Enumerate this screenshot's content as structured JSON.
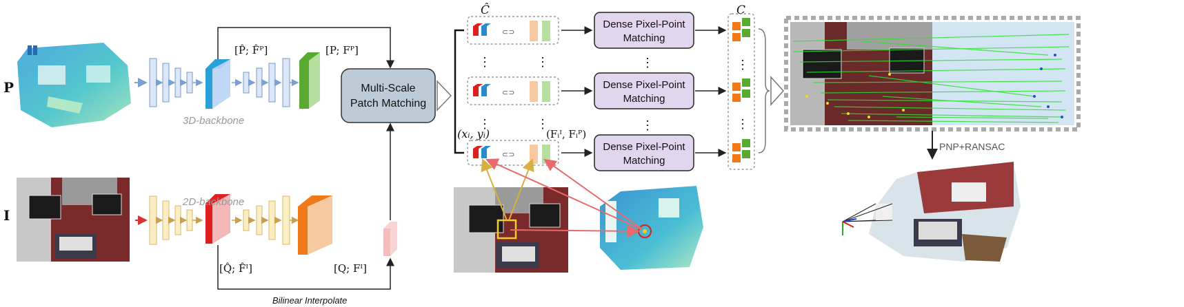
{
  "inputs": {
    "point_cloud_symbol": "P",
    "image_symbol": "I"
  },
  "backbones": {
    "backbone_3d_label": "3D-backbone",
    "backbone_2d_label": "2D-backbone",
    "feat_3d_coarse": "[P̂; F̂ᴾ]",
    "feat_3d_fine": "[P; Fᴾ]",
    "feat_2d_coarse": "[Q̂; F̂ᴵ]",
    "feat_2d_fine": "[Q; Fᴵ]",
    "bilinear_label": "Bilinear Interpolate",
    "colors": {
      "backbone_3d": "#dbe6f7",
      "backbone_2d": "#fbeec4",
      "feat_3d_fine": "#5aa932",
      "feat_2d_fine": "#f07a1a",
      "coarse_3d": "#2a9fd8",
      "coarse_2d": "#e02020"
    }
  },
  "patch_matching": {
    "label_line1": "Multi-Scale",
    "label_line2": "Patch Matching",
    "color": "#bccbd6"
  },
  "patches": {
    "set_label": "Ĉ",
    "dots": "⋮",
    "coord_label": "(xᵢ, yᵢ)",
    "feature_label": "(Fᵢᴵ, Fᵢᴾ)"
  },
  "dense_matching": {
    "boxes": [
      {
        "line1": "Dense Pixel-Point",
        "line2": "Matching"
      },
      {
        "line1": "Dense Pixel-Point",
        "line2": "Matching"
      },
      {
        "line1": "Dense Pixel-Point",
        "line2": "Matching"
      }
    ],
    "color": "#e2d6ef"
  },
  "correspondences": {
    "set_label": "C"
  },
  "pose": {
    "label": "PNP+RANSAC"
  }
}
